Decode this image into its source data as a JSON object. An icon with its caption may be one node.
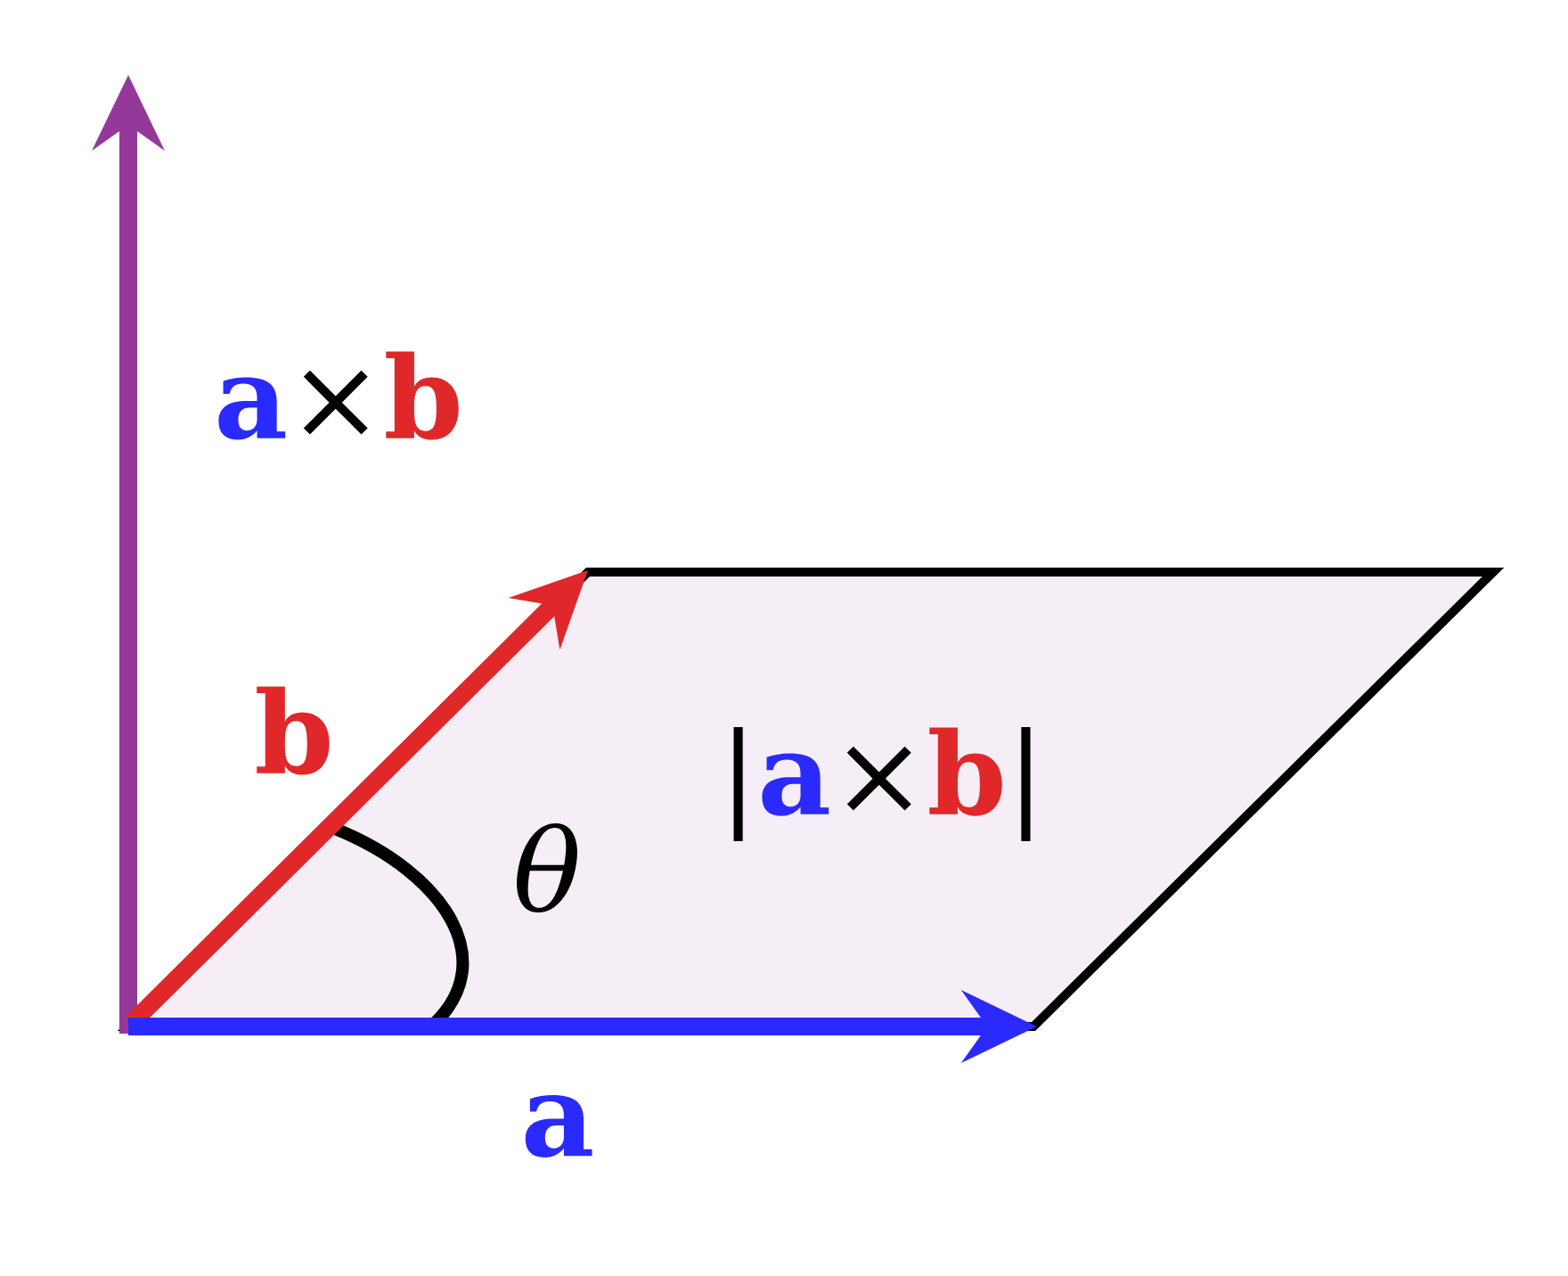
{
  "diagram": {
    "nodes": [
      {
        "text": [
          "|",
          "a",
          "×",
          "b",
          "|"
        ]
      }
    ],
    "labels": [
      "a",
      "×",
      "b",
      "b",
      "θ",
      "a"
    ]
  }
}
